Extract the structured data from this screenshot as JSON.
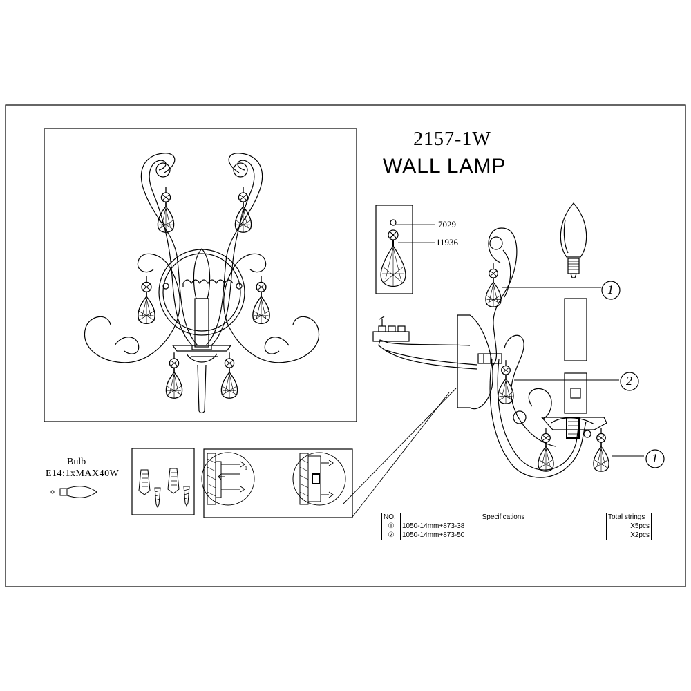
{
  "model_number": "2157-1W",
  "title": "WALL LAMP",
  "crystal_codes": {
    "top": "7029",
    "bottom": "11936"
  },
  "bulb": {
    "label": "Bulb",
    "spec": "E14:1xMAX40W"
  },
  "callouts": {
    "one": "1",
    "two": "2"
  },
  "spec_table": {
    "headers": [
      "NO.",
      "Specifications",
      "Total strings"
    ],
    "rows": [
      {
        "no": "①",
        "spec": "1050-14mm+873-38",
        "qty": "X5pcs"
      },
      {
        "no": "②",
        "spec": "1050-14mm+873-50",
        "qty": "X2pcs"
      }
    ]
  }
}
